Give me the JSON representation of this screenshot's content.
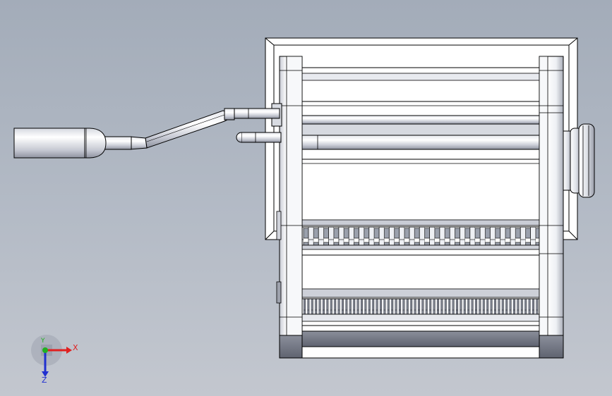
{
  "viewport": {
    "background_top": "#a3acb9",
    "background_bottom": "#c3c7cf",
    "model": "pasta-machine-assembly"
  },
  "triad": {
    "x_label": "X",
    "y_label": "Y",
    "z_label": "Z",
    "x_color": "#e02020",
    "y_color": "#20b020",
    "z_color": "#2030d0"
  },
  "colors": {
    "part_face": "#f3f4f7",
    "part_shade": "#b7bac4",
    "part_dark": "#6e7280",
    "edge": "#000000"
  }
}
